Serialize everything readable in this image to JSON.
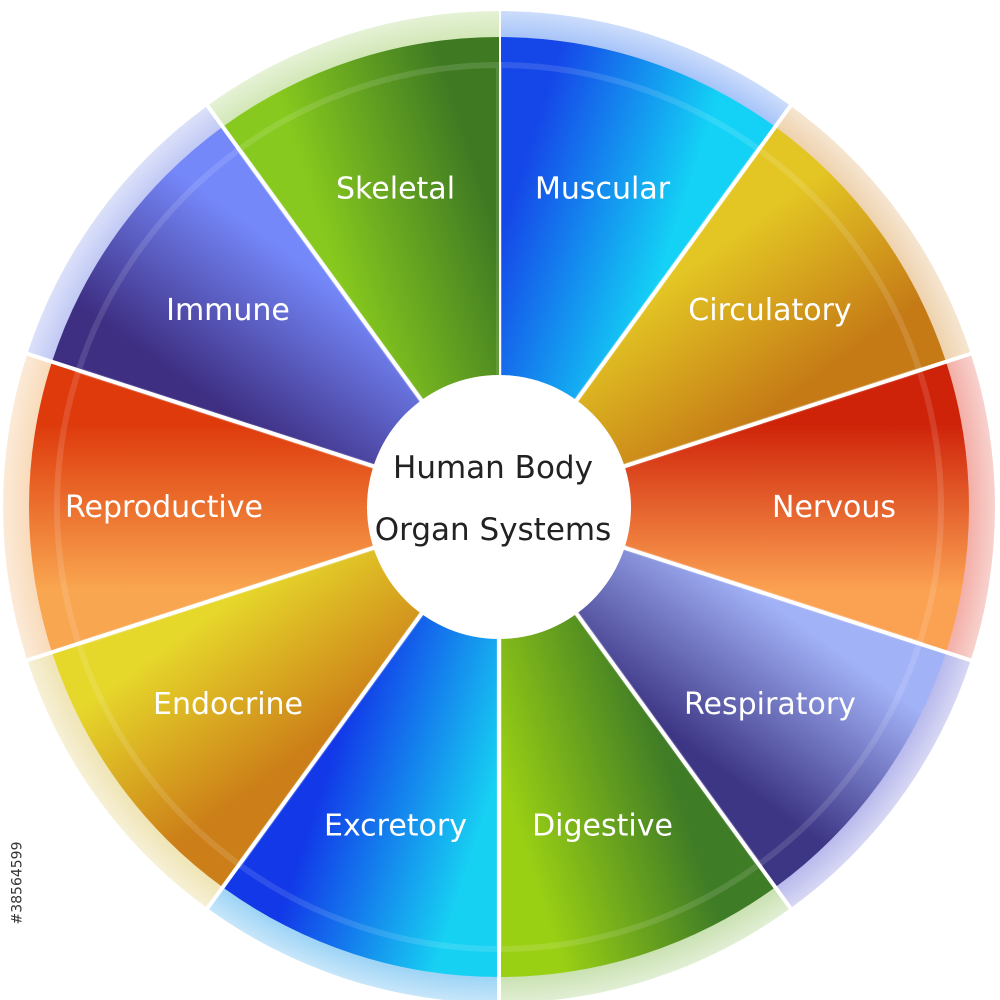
{
  "center": {
    "line1": "Human Body",
    "line2": "Organ Systems"
  },
  "segments": [
    {
      "label": "Muscular",
      "dark": "#1547e8",
      "light": "#14d2f5",
      "rim": "#6f9ff5"
    },
    {
      "label": "Circulatory",
      "dark": "#c57a16",
      "light": "#e3c624",
      "rim": "#e4b67a"
    },
    {
      "label": "Nervous",
      "dark": "#cf2309",
      "light": "#fba152",
      "rim": "#eb7c70"
    },
    {
      "label": "Respiratory",
      "dark": "#3d3685",
      "light": "#a2b2f7",
      "rim": "#8c8ee0"
    },
    {
      "label": "Digestive",
      "dark": "#3f7c26",
      "light": "#9ad014",
      "rim": "#a8cf82"
    },
    {
      "label": "Excretory",
      "dark": "#1238e8",
      "light": "#17d1f2",
      "rim": "#5fb8f0"
    },
    {
      "label": "Endocrine",
      "dark": "#cc7f18",
      "light": "#e6d72b",
      "rim": "#e6d488"
    },
    {
      "label": "Reproductive",
      "dark": "#de3a0c",
      "light": "#f9a650",
      "rim": "#f5c48f"
    },
    {
      "label": "Immune",
      "dark": "#3e2f83",
      "light": "#7588fa",
      "rim": "#9aa8ee"
    },
    {
      "label": "Skeletal",
      "dark": "#3f7a23",
      "light": "#87c91e",
      "rim": "#b6d98a"
    }
  ],
  "watermark": {
    "stock_id": "#38564599"
  }
}
